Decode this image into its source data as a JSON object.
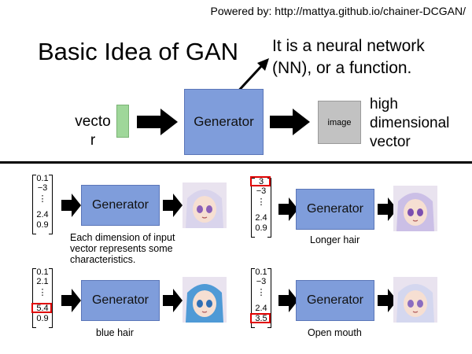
{
  "header": {
    "powered_by": "Powered by: http://mattya.github.io/chainer-DCGAN/",
    "title": "Basic Idea of GAN"
  },
  "overview": {
    "nn_note_line1": "It is a neural network",
    "nn_note_line2": "(NN), or a function.",
    "vector_label_line1": "vecto",
    "vector_label_line2": "r",
    "generator_label": "Generator",
    "image_label": "image",
    "output_line1": "high",
    "output_line2": "dimensional",
    "output_line3": "vector"
  },
  "examples": [
    {
      "vector": [
        "0.1",
        "−3",
        "⋮",
        "2.4",
        "0.9"
      ],
      "highlight_index": null,
      "generator_label": "Generator",
      "caption_lines": [
        "Each dimension of input",
        "vector represents some",
        "characteristics."
      ],
      "face_hair_color": "#d9d4ec",
      "face_eye_color": "#8a5fb8"
    },
    {
      "vector": [
        "3",
        "−3",
        "⋮",
        "2.4",
        "0.9"
      ],
      "highlight_index": 0,
      "generator_label": "Generator",
      "caption_lines": [
        "Longer hair"
      ],
      "face_hair_color": "#cbbfe6",
      "face_eye_color": "#7b4fb0"
    },
    {
      "vector": [
        "0.1",
        "2.1",
        "⋮",
        "5.4",
        "0.9"
      ],
      "highlight_index": 3,
      "generator_label": "Generator",
      "caption_lines": [
        "blue hair"
      ],
      "face_hair_color": "#4f9ad6",
      "face_eye_color": "#2f6fb5"
    },
    {
      "vector": [
        "0.1",
        "−3",
        "⋮",
        "2.4",
        "3.5"
      ],
      "highlight_index": 4,
      "generator_label": "Generator",
      "caption_lines": [
        "Open mouth"
      ],
      "face_hair_color": "#d4d7ef",
      "face_eye_color": "#8a6cc0"
    }
  ],
  "colors": {
    "generator_fill": "#7f9ddb",
    "vector_fill": "#9fd79a",
    "image_fill": "#c2c2c2",
    "highlight": "#e00000"
  }
}
